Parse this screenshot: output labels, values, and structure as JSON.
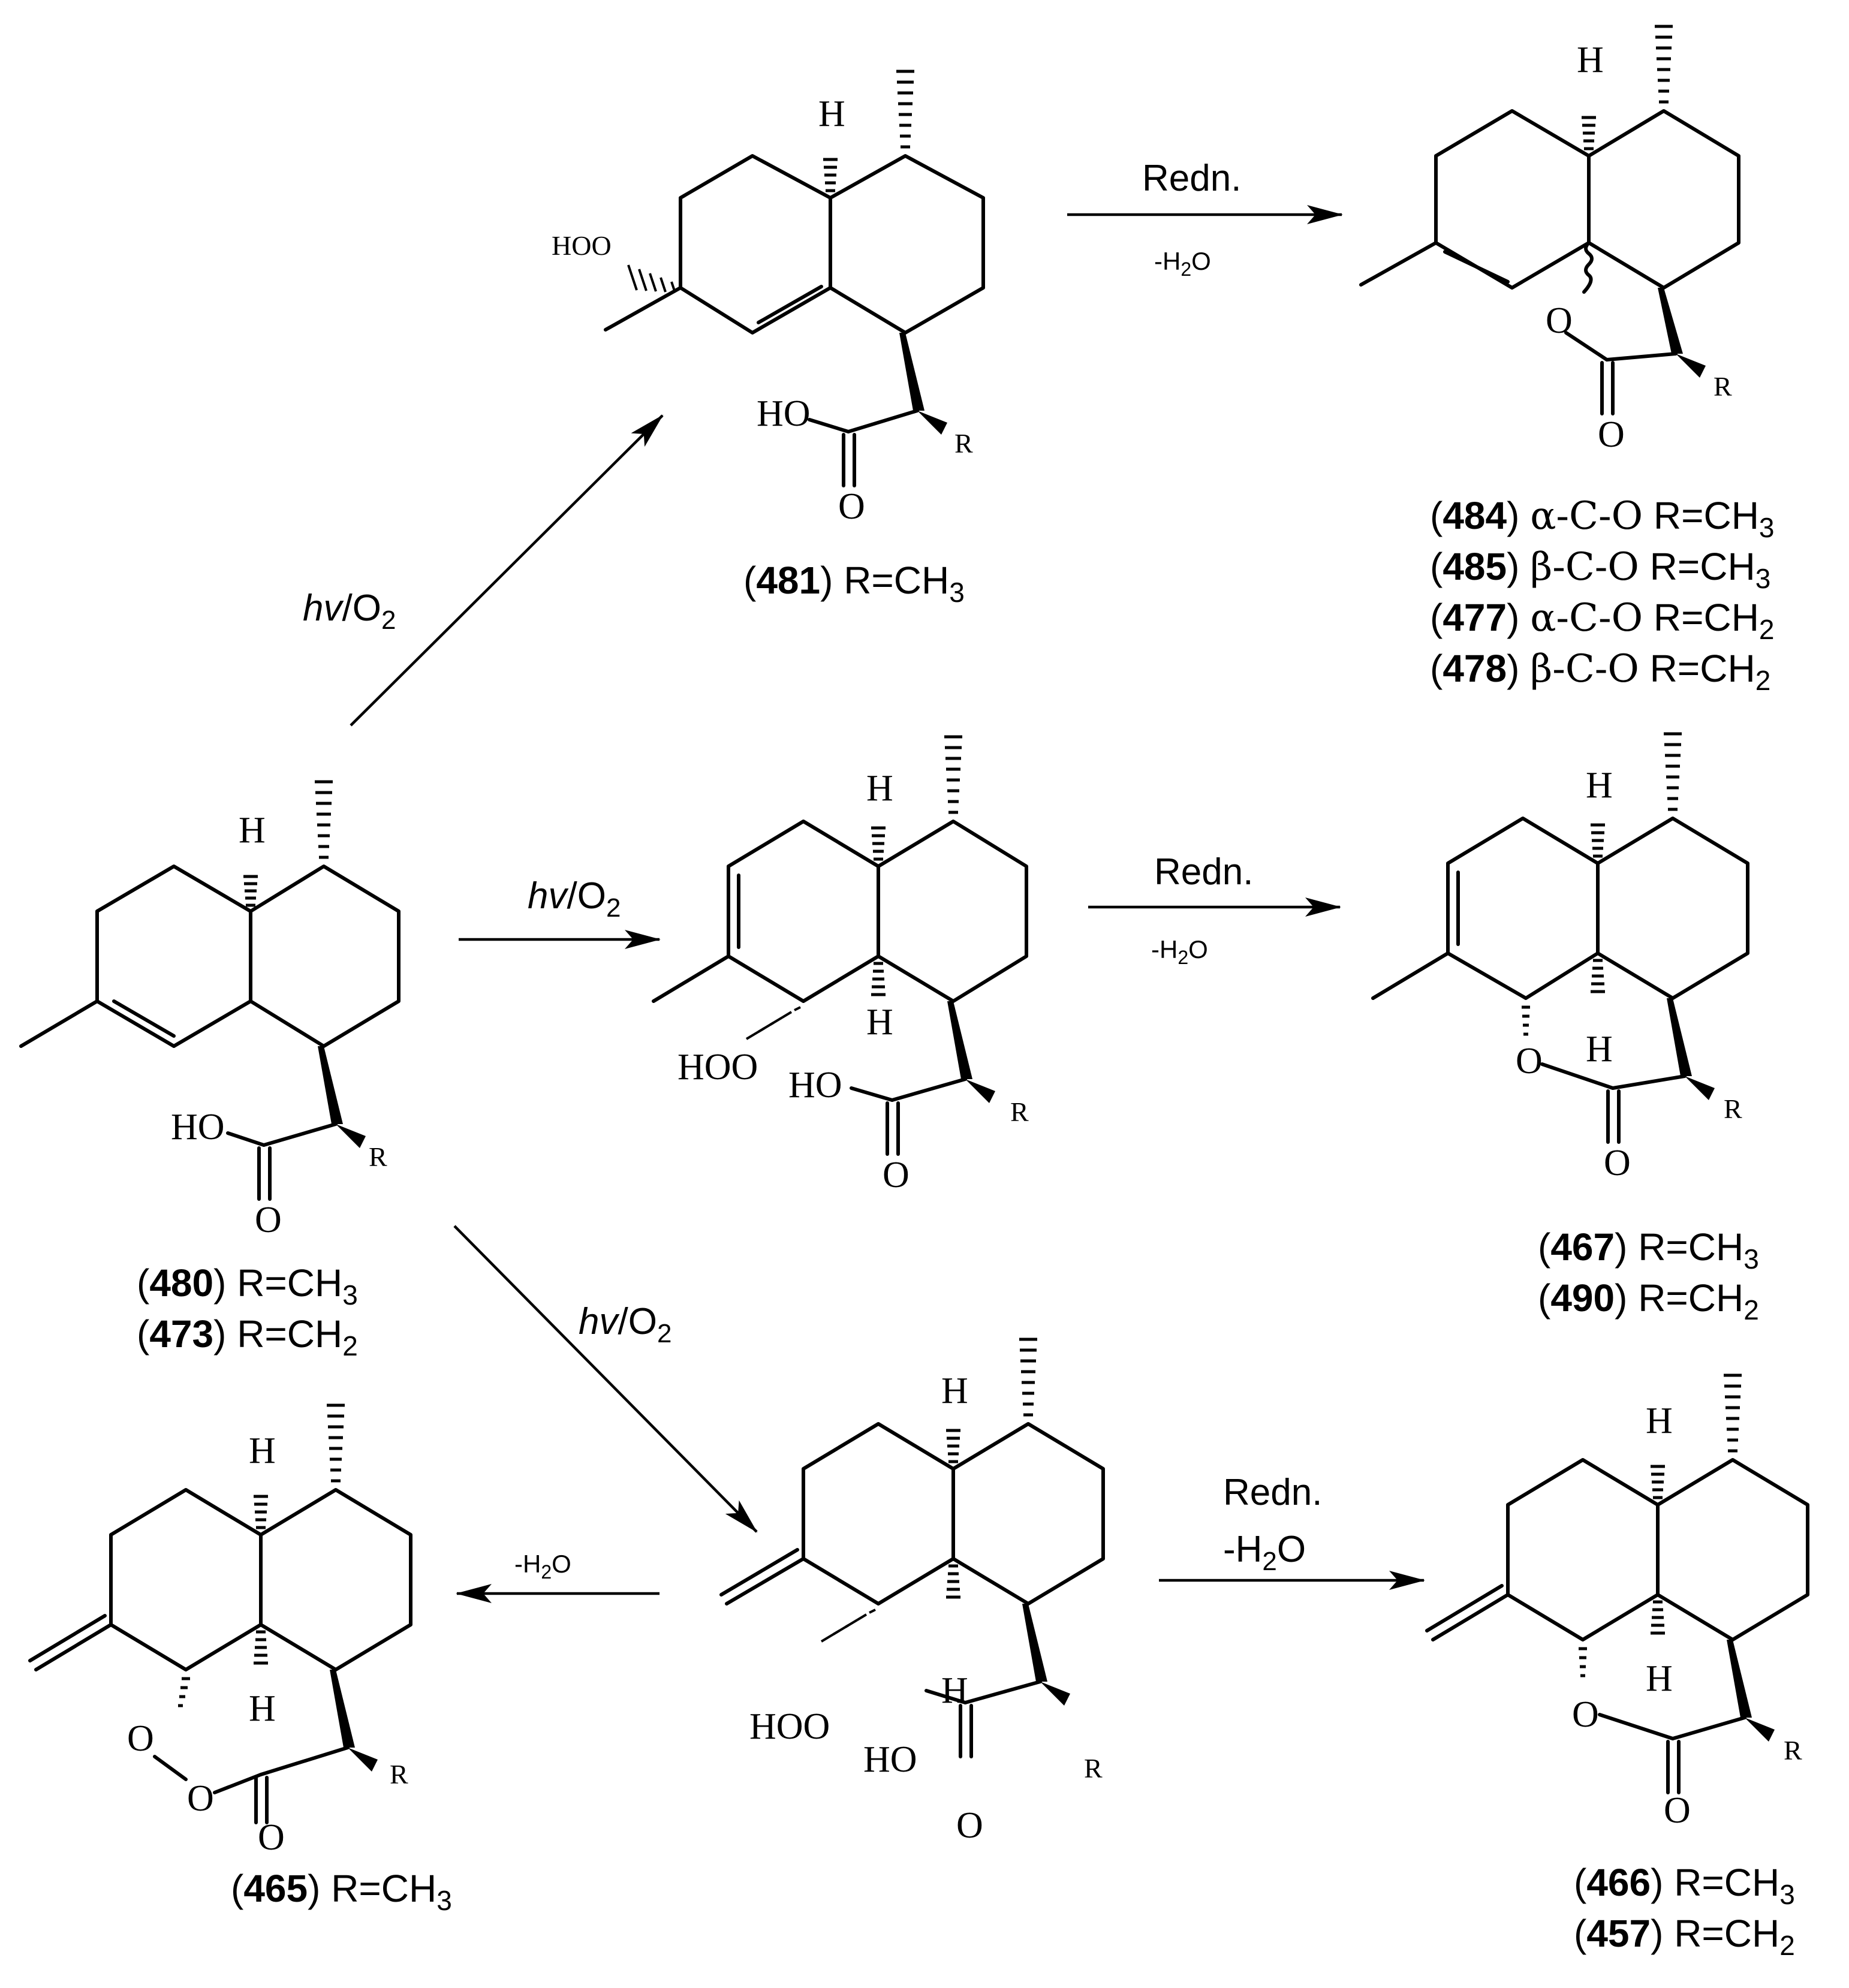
{
  "reagents": {
    "photo": {
      "italic": "hv",
      "rest": "/O",
      "sub": "2"
    },
    "redn": "Redn.",
    "dehydration": {
      "pre": "-H",
      "sub": "2",
      "post": "O"
    }
  },
  "atoms": {
    "H": "H",
    "HOO": "HOO",
    "HO": "HO",
    "O": "O",
    "R": "R"
  },
  "compounds": [
    {
      "id": "481",
      "desc": "R=CH",
      "sub": "3"
    },
    {
      "id": "484",
      "cfg": "α-C-O",
      "desc": " R=CH",
      "sub": "3"
    },
    {
      "id": "485",
      "cfg": "β-C-O",
      "desc": " R=CH",
      "sub": "3"
    },
    {
      "id": "477",
      "cfg": "α-C-O",
      "desc": " R=CH",
      "sub": "2"
    },
    {
      "id": "478",
      "cfg": "β-C-O",
      "desc": " R=CH",
      "sub": "2"
    },
    {
      "id": "480",
      "desc": "R=CH",
      "sub": "3"
    },
    {
      "id": "473",
      "desc": "R=CH",
      "sub": "2"
    },
    {
      "id": "467",
      "desc": "R=CH",
      "sub": "3"
    },
    {
      "id": "490",
      "desc": "R=CH",
      "sub": "2"
    },
    {
      "id": "465",
      "desc": "R=CH",
      "sub": "3"
    },
    {
      "id": "466",
      "desc": "R=CH",
      "sub": "3"
    },
    {
      "id": "457",
      "desc": "R=CH",
      "sub": "2"
    }
  ]
}
